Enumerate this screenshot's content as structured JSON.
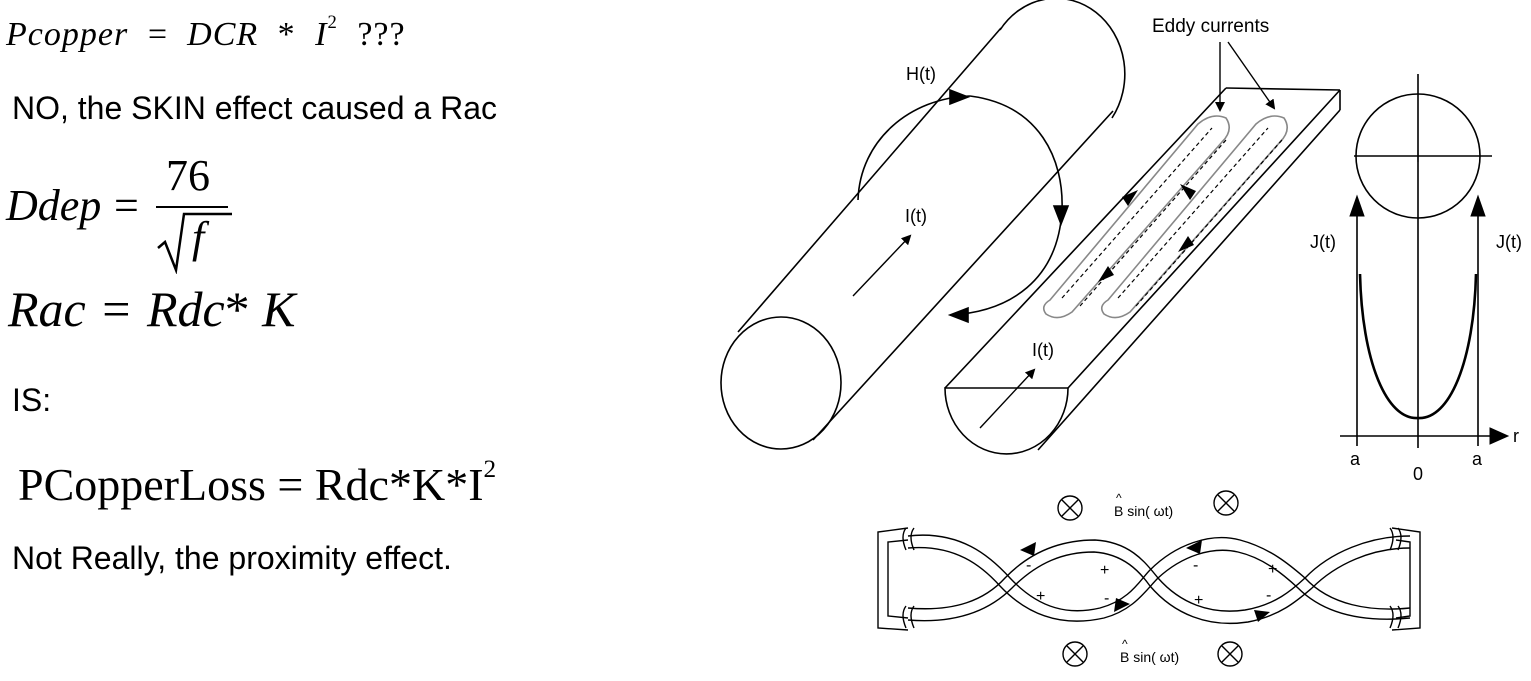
{
  "formulas": {
    "pcopper": {
      "lhs": "Pcopper",
      "eq": "=",
      "rhs": "DCR",
      "op": "*",
      "var": "I",
      "exp": "2",
      "suffix": "???"
    },
    "skin_note": "NO, the SKIN effect caused a Rac",
    "ddep": {
      "lhs": "Ddep",
      "eq": "=",
      "numerator": "76",
      "radicand": "f"
    },
    "rac": {
      "lhs": "Rac",
      "eq": "=",
      "rdc": "Rdc",
      "op": "*",
      "k": "K"
    },
    "is_label": "IS:",
    "pcopperloss": {
      "lhs": "PCopperLoss",
      "eq": "=",
      "rdc": "Rdc",
      "op1": "*",
      "k": "K",
      "op2": "*",
      "var": "I",
      "exp": "2"
    },
    "proximity_note": "Not Really, the proximity effect."
  },
  "diagram": {
    "labels": {
      "h_field": "H(t)",
      "current_cylinder": "I(t)",
      "current_half": "I(t)",
      "eddy_currents": "Eddy currents",
      "density_left": "J(t)",
      "density_right": "J(t)",
      "axis_r": "r",
      "tick_left": "a",
      "tick_zero": "0",
      "tick_right": "a",
      "field_top": "B sin( ωt)",
      "field_bottom": "B sin( ωt)",
      "hat": "^",
      "plus": "+",
      "minus": "-"
    },
    "colors": {
      "ink": "#000000",
      "eddy": "#888888"
    }
  }
}
